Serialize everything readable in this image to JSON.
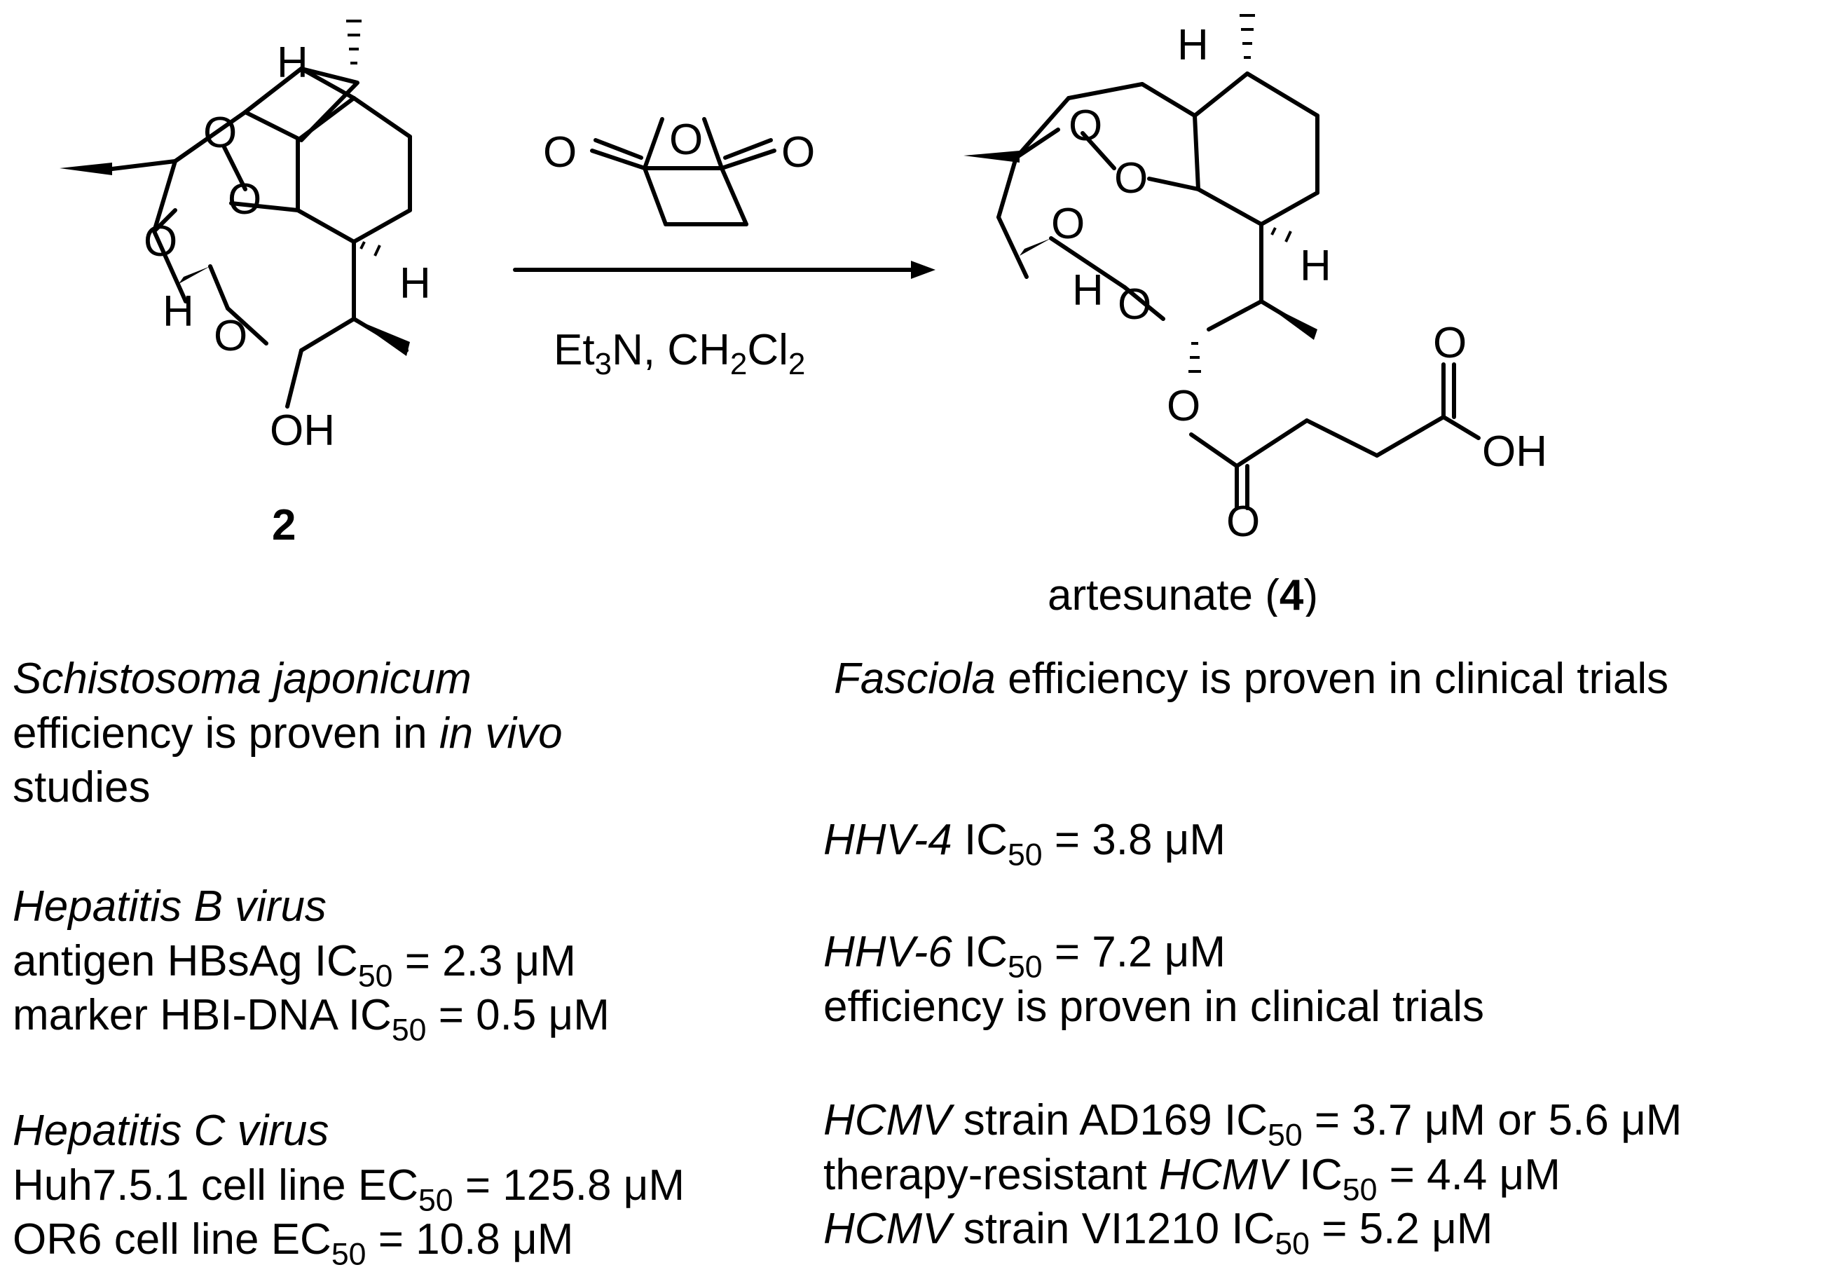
{
  "compound2": {
    "atoms": {
      "H_top": "H",
      "O1": "O",
      "O2": "O",
      "O3": "O",
      "H_right": "H",
      "H_left": "H",
      "O4": "O",
      "OH": "OH"
    },
    "label": "2"
  },
  "reagent": {
    "anhydride_O_ring": "O",
    "anhydride_O_left": "O",
    "anhydride_O_right": "O",
    "conditions": {
      "et": "Et",
      "s1": "3",
      "n": "N, CH",
      "s2": "2",
      "cl": "Cl",
      "s3": "2"
    }
  },
  "artesunate": {
    "atoms": {
      "H_top": "H",
      "O1": "O",
      "O2": "O",
      "O3": "O",
      "H_right": "H",
      "H_left": "H",
      "O4": "O",
      "O_ester": "O",
      "O_carbonyl": "O",
      "O_acid_top": "O",
      "OH": "OH"
    },
    "label_name": "artesunate (",
    "label_num": "4",
    "label_close": ")"
  },
  "left": {
    "schisto": {
      "species": "Schistosoma japonicum",
      "line2a": "efficiency is proven in ",
      "line2b": "in vivo",
      "line3": "studies"
    },
    "hbv": {
      "title": "Hepatitis B virus",
      "l1": {
        "pre": "antigen HBsAg IC",
        "sub": "50",
        "post": " = 2.3 μM"
      },
      "l2": {
        "pre": "marker HBI-DNA IC",
        "sub": "50",
        "post": " = 0.5 μM"
      }
    },
    "hcv": {
      "title": "Hepatitis C virus",
      "l1": {
        "pre": "Huh7.5.1 cell line EC",
        "sub": "50",
        "post": " = 125.8 μM"
      },
      "l2": {
        "pre": "OR6 cell line EC",
        "sub": "50",
        "post": " = 10.8 μM"
      }
    }
  },
  "right": {
    "fasciola": {
      "species": "Fasciola",
      "rest": " efficiency is proven in clinical trials"
    },
    "hhv4": {
      "virus": "HHV-4",
      "pre": " IC",
      "sub": "50",
      "post": " = 3.8 μM"
    },
    "hhv6": {
      "virus": "HHV-6",
      "pre": " IC",
      "sub": "50",
      "post": " = 7.2 μM",
      "line2": "efficiency is proven in clinical trials"
    },
    "hcmv": {
      "l1": {
        "virus": "HCMV",
        "pre": " strain AD169 IC",
        "sub": "50",
        "post": " = 3.7 μM or 5.6 μM"
      },
      "l2": {
        "a": "therapy-resistant ",
        "virus": "HCMV",
        "pre": " IC",
        "sub": "50",
        "post": " = 4.4 μM"
      },
      "l3": {
        "virus": "HCMV",
        "pre": " strain VI1210 IC",
        "sub": "50",
        "post": " = 5.2 μM"
      }
    }
  }
}
